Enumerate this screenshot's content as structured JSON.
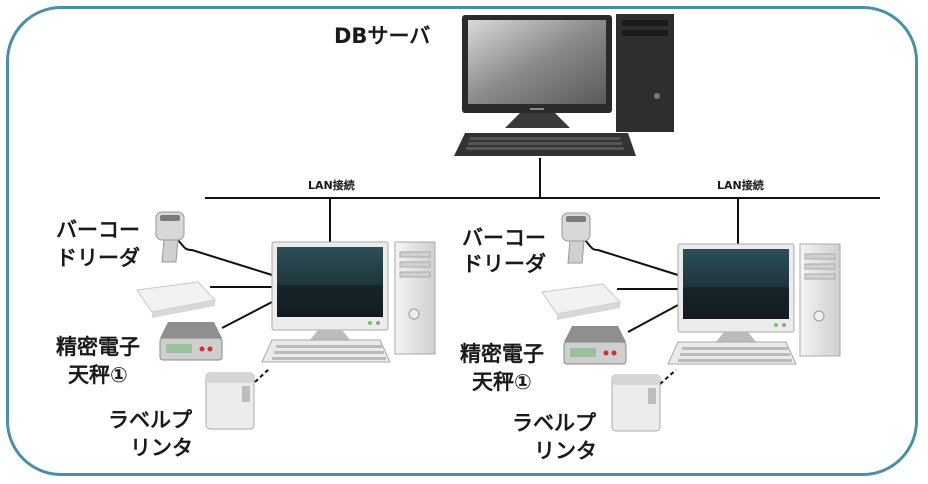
{
  "server": {
    "label": "DBサーバ"
  },
  "lan_left": {
    "label": "LAN接続"
  },
  "lan_right": {
    "label": "LAN接続"
  },
  "station_left": {
    "barcode_line1": "バーコー",
    "barcode_line2": "ドリーダ",
    "scale_line1": "精密電子",
    "scale_line2": "天秤①",
    "printer_line1": "ラベルプ",
    "printer_line2": "リンタ"
  },
  "station_right": {
    "barcode_line1": "バーコー",
    "barcode_line2": "ドリーダ",
    "scale_line1": "精密電子",
    "scale_line2": "天秤①",
    "printer_line1": "ラベルプ",
    "printer_line2": "リンタ"
  },
  "colors": {
    "frame": "#4a90a4",
    "line": "#111111",
    "monitor_screen": "#1e3a44"
  }
}
